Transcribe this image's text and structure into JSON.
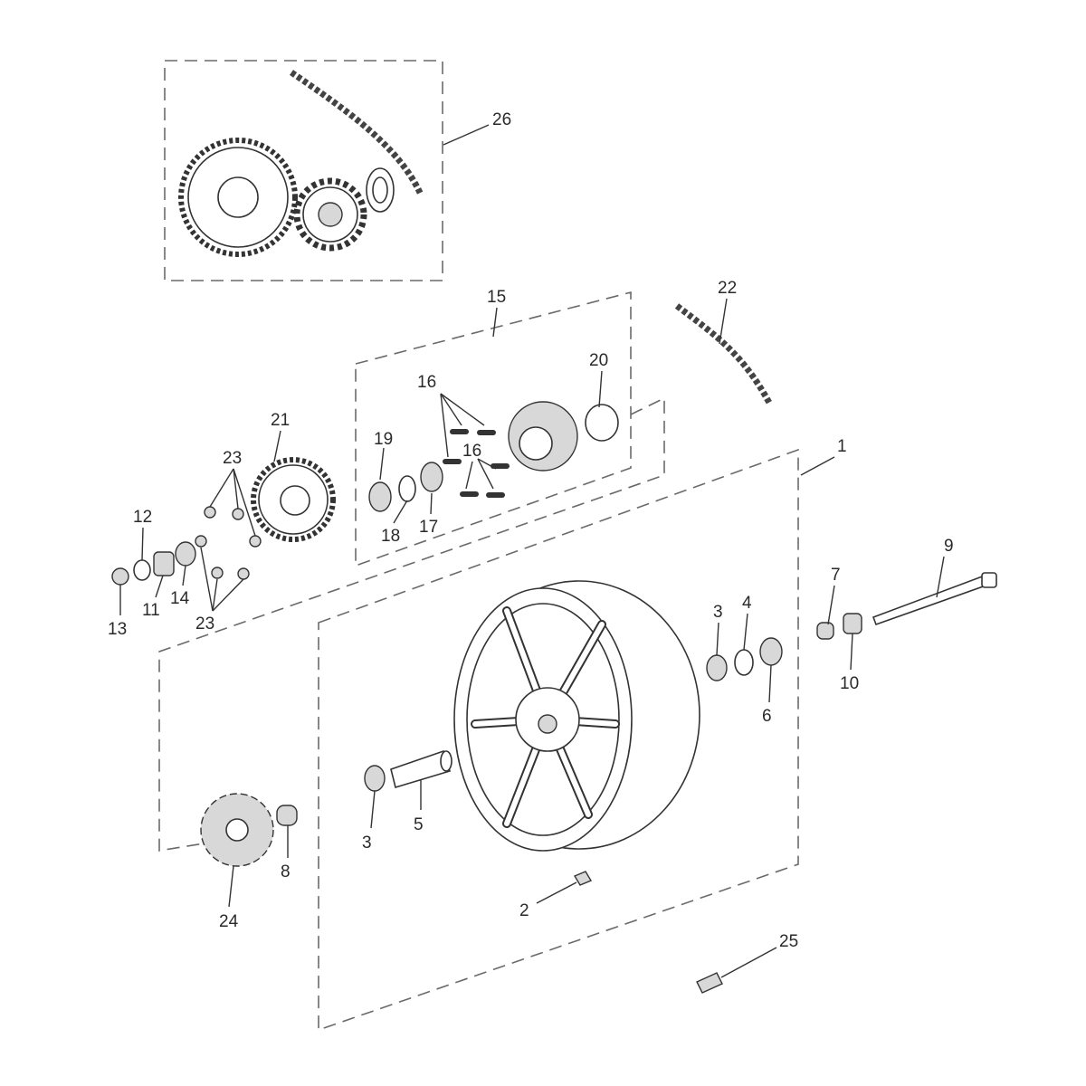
{
  "diagram": {
    "title": "Rear wheel exploded parts diagram",
    "callouts": {
      "c26": "26",
      "c15": "15",
      "c22": "22",
      "c20": "20",
      "c16a": "16",
      "c16b": "16",
      "c19": "19",
      "c18": "18",
      "c17": "17",
      "c21": "21",
      "c23a": "23",
      "c23b": "23",
      "c12": "12",
      "c11": "11",
      "c14": "14",
      "c13": "13",
      "c1": "1",
      "c9": "9",
      "c7": "7",
      "c10": "10",
      "c3a": "3",
      "c4": "4",
      "c6": "6",
      "c3b": "3",
      "c5": "5",
      "c8": "8",
      "c24": "24",
      "c2": "2",
      "c25": "25"
    }
  }
}
